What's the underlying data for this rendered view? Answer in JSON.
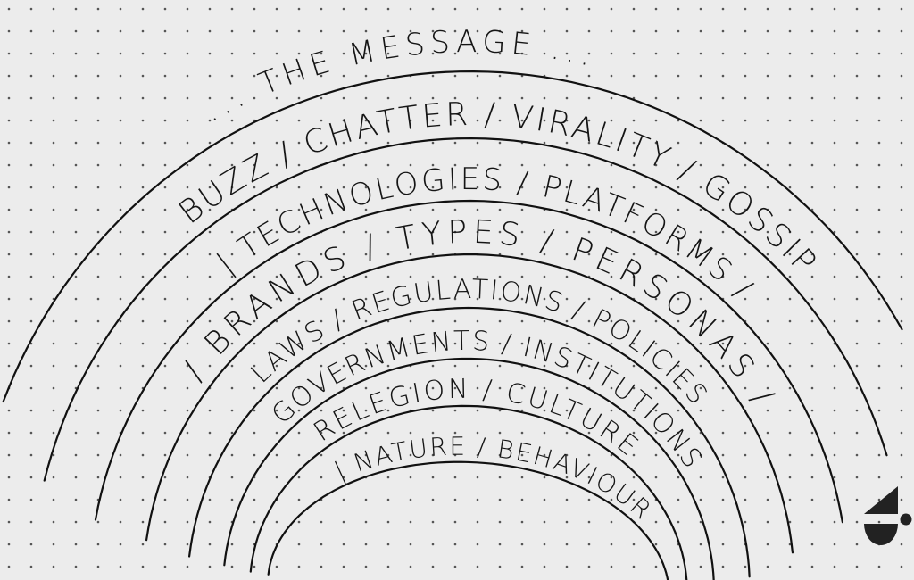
{
  "title": "... THE MESSAGE ...",
  "layers": [
    {
      "text": "BUZZ / CHATTER / VIRALITY / GOSSIP"
    },
    {
      "text": "| TECHNOLOGIES / PLATFORMS /"
    },
    {
      "text": "/ BRANDS / TYPES / PERSONAS /"
    },
    {
      "text": "LAWS / REGULATIONS / POLICIES"
    },
    {
      "text": "GOVERNMENTS / INSTITUTIONS"
    },
    {
      "text": "RELEGION / CULTURE"
    },
    {
      "text": "| NATURE / BEHAVIOUR"
    }
  ],
  "colors": {
    "paper": "#ececec",
    "ink": "#111111",
    "dots": "#555555"
  },
  "logo": {
    "icon": "triangle-semicircle-dot-logo"
  }
}
